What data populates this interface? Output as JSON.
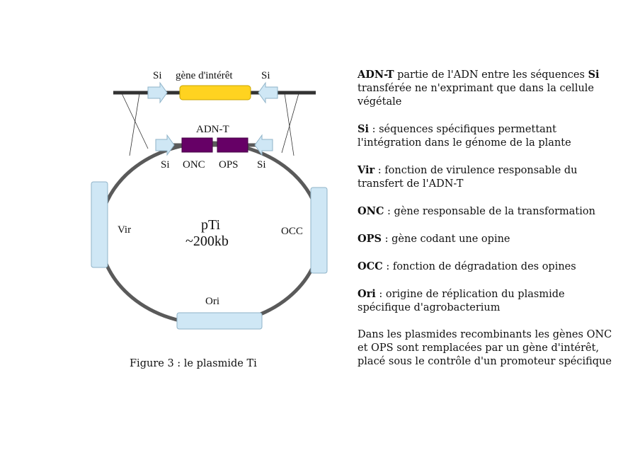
{
  "diagram": {
    "top_labels": {
      "si_left": "Si",
      "gene": "gène d'intérêt",
      "si_right": "Si"
    },
    "adn_t_label": "ADN-T",
    "bottom_labels": {
      "si_left": "Si",
      "onc": "ONC",
      "ops": "OPS",
      "si_right": "Si"
    },
    "vir": "Vir",
    "occ": "OCC",
    "ori": "Ori",
    "center_title": "pTi",
    "center_size": "~200kb",
    "colors": {
      "gene": "#ffd320",
      "onc_ops": "#660066",
      "si": "#cfe7f5",
      "ring": "#5a5a5a"
    }
  },
  "caption": "Figure 3 : le plasmide Ti",
  "legend": [
    {
      "term": "ADN-T",
      "text1": " partie de l'ADN entre les séquences ",
      "term2": "Si",
      "text2": " transférée ne n'exprimant que dans la cellule végétale"
    },
    {
      "term": "Si",
      "text1": " : séquences spécifiques permettant l'intégration dans le génome de la plante"
    },
    {
      "term": "Vir",
      "text1": " : fonction de virulence responsable du transfert de l'ADN-T"
    },
    {
      "term": "ONC",
      "text1": " : gène responsable de la transformation"
    },
    {
      "term": "OPS",
      "text1": " : gène codant une opine"
    },
    {
      "term": "OCC",
      "text1": " : fonction de dégradation des opines"
    },
    {
      "term": "Ori",
      "text1": " : origine de réplication du plasmide spécifique d'agrobacterium"
    }
  ],
  "note": "Dans les plasmides recombinants les gènes ONC et OPS sont remplacées par un gène d'intérêt, placé sous le contrôle d'un promoteur spécifique"
}
